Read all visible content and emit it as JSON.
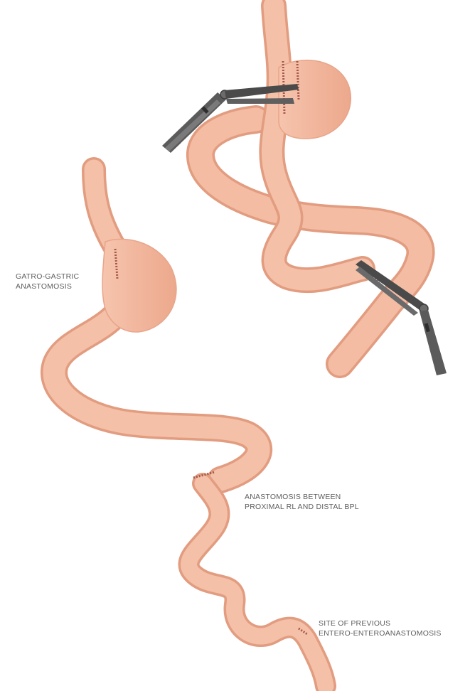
{
  "labels": {
    "gastro_gastric": [
      "GATRO-GASTRIC",
      "ANASTOMOSIS"
    ],
    "rl_bpl": [
      "ANASTOMOSIS BETWEEN",
      "PROXIMAL RL AND DISTAL BPL"
    ],
    "previous_site": [
      "SITE OF PREVIOUS",
      "ENTERO-ENTEROANASTOMOSIS"
    ]
  },
  "colors": {
    "tissue": "#f2b9a0",
    "tissue_edge": "#e8a58a",
    "tissue_shadow": "#e49c80",
    "staple": "#a4574a",
    "instrument": "#5b5b5b",
    "instrument_dark": "#3e3e3e",
    "label_text": "#5e5e5e"
  },
  "icons": [
    "surgical-stapler-icon",
    "surgical-stapler-icon"
  ]
}
